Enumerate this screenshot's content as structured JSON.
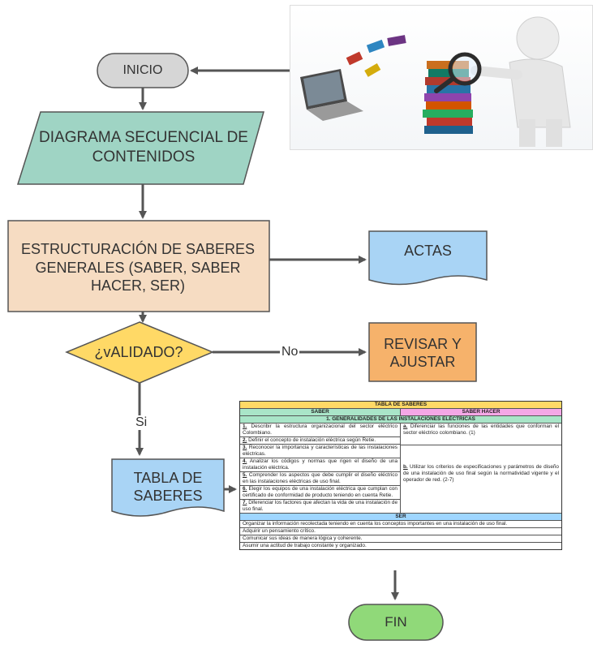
{
  "nodes": {
    "inicio": "INICIO",
    "diagrama": "DIAGRAMA SECUENCIAL DE CONTENIDOS",
    "estructuracion": "ESTRUCTURACIÓN DE SABERES GENERALES (SABER, SABER HACER, SER)",
    "actas": "ACTAS",
    "validado": "¿vALIDADO?",
    "revisar": "REVISAR Y AJUSTAR",
    "tabla": "TABLA DE SABERES",
    "fin": "FIN"
  },
  "edges": {
    "no_label": "No",
    "si_label": "Si"
  },
  "colors": {
    "terminal_fill": "#d6d6d6",
    "fin_fill": "#90d979",
    "io_fill": "#9fd4c4",
    "process_fill": "#f6dcc2",
    "document_fill": "#a9d4f5",
    "decision_fill": "#ffd966",
    "revisar_fill": "#f6b26b",
    "arrow": "#555555"
  },
  "table": {
    "title": "TABLA DE SABERES",
    "col_saber": "SABER",
    "col_saber_hacer": "SABER HACER",
    "section_general": "1. GENERALIDADES DE LAS INSTALACIONES ELÉCTRICAS",
    "saber_items": [
      {
        "num": "1.",
        "text": " Describir la estructura organizacional del sector eléctrico Colombiano."
      },
      {
        "num": "2.",
        "text": " Definir el concepto de instalación eléctrica según Retie."
      },
      {
        "num": "3.",
        "text": " Reconocer la importancia y características de las instalaciones eléctricas."
      },
      {
        "num": "4.",
        "text": " Analizar los códigos y normas que rigen el diseño de una instalación eléctrica."
      },
      {
        "num": "5.",
        "text": " Comprender los aspectos que debe cumplir el diseño eléctrico en las instalaciones eléctricas de uso final."
      },
      {
        "num": "6.",
        "text": " Elegir los equipos de una instalación eléctrica que cumplan con certificado de conformidad de producto teniendo en cuenta Retie."
      },
      {
        "num": "7.",
        "text": " Diferenciar los factores que afectan la vida de una instalación de uso final."
      }
    ],
    "saber_hacer_items": [
      {
        "num": "a.",
        "text": " Diferenciar las funciones de las entidades que conforman el sector eléctrico colombiano. (1)"
      },
      {
        "num": "b.",
        "text": " Utilizar los criterios de especificaciones y parámetros de diseño de una instalación de uso final según la normatividad vigente y el operador de red. (2-7)"
      }
    ],
    "ser_header": "SER",
    "ser_items": [
      "Organizar la información recolectada teniendo en cuenta los conceptos importantes en una instalación de uso final.",
      "Adquirir un pensamiento crítico.",
      "Comunicar sus ideas de manera lógica y coherente.",
      "Asumir una actitud de trabajo constante y organizado."
    ]
  }
}
